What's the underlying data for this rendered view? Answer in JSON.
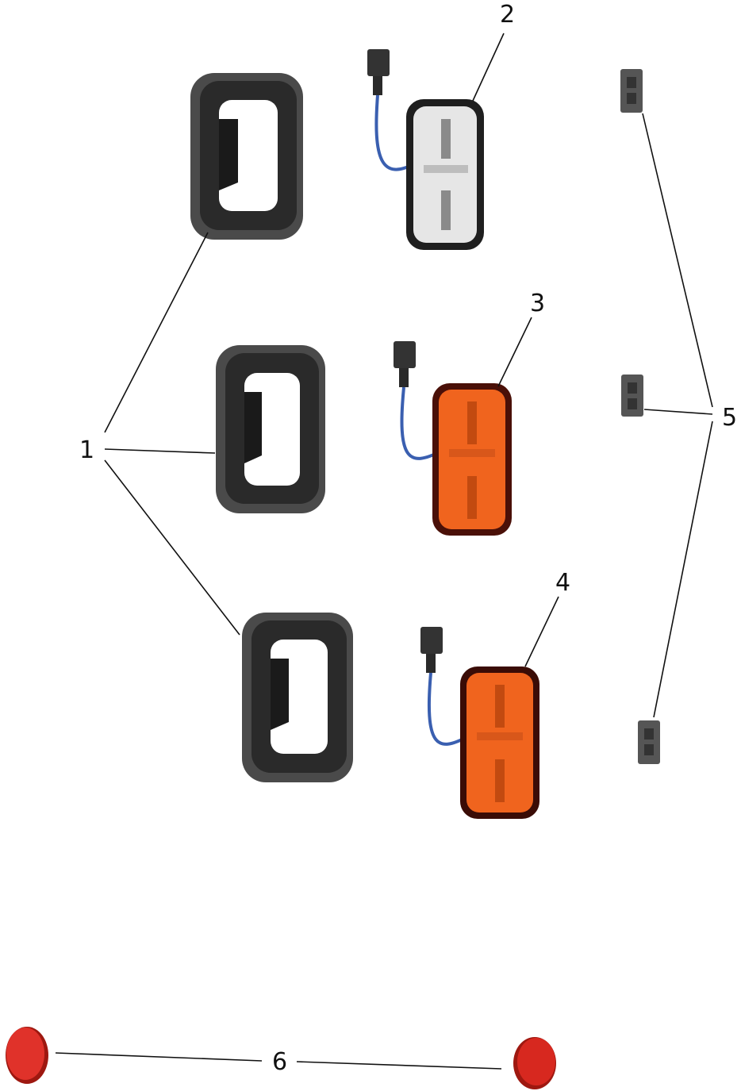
{
  "colors": {
    "background": "#ffffff",
    "grommet": "#2a2a2a",
    "grommet_rim": "#4a4a4a",
    "wire": "#3a5fb0",
    "connector": "#333333",
    "lens_clear": "#e6e6e6",
    "lens_amber": "#f0641e",
    "lens_red": "#c0180f",
    "plug_red": "#e0322a",
    "leader_line": "#111111"
  },
  "callouts": [
    "1",
    "2",
    "3",
    "4",
    "5",
    "6"
  ],
  "parts": {
    "grommets": {
      "callout": "1",
      "count": 3,
      "icon": "rubber-grommet"
    },
    "lamp_clear": {
      "callout": "2",
      "icon": "led-lamp-clear"
    },
    "lamp_amber": {
      "callout": "3",
      "icon": "led-lamp-amber"
    },
    "lamp_amber_red": {
      "callout": "4",
      "icon": "led-lamp-amber"
    },
    "clips": {
      "callout": "5",
      "count": 3,
      "icon": "mounting-clip"
    },
    "plugs": {
      "callout": "6",
      "count": 2,
      "icon": "red-plug"
    }
  }
}
